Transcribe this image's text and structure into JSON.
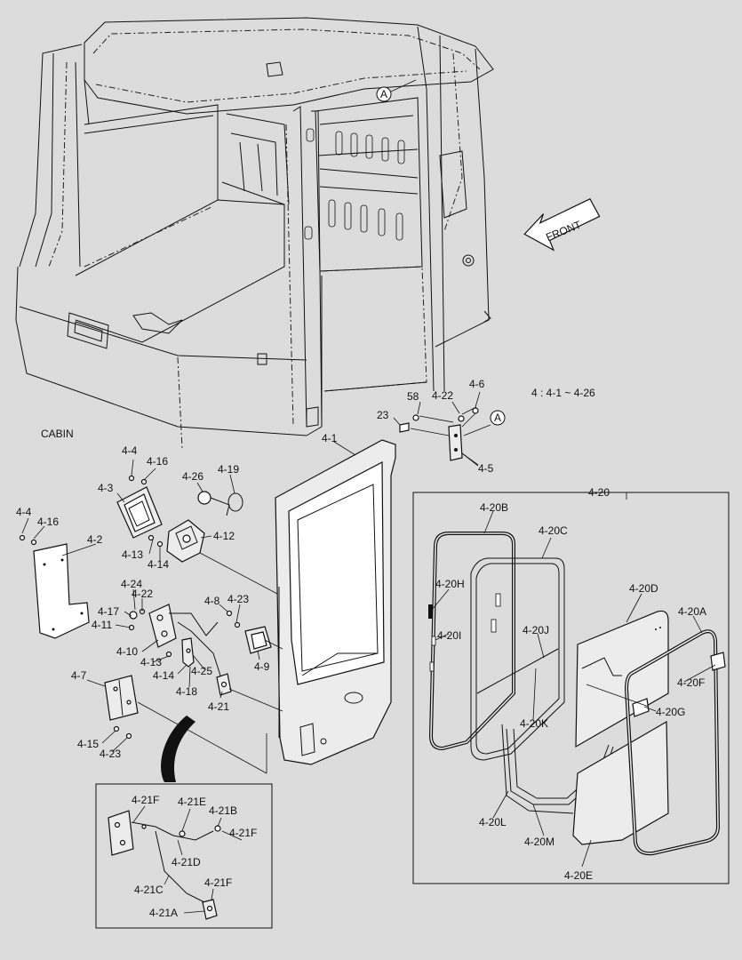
{
  "labels": {
    "cabin": "CABIN",
    "front": "FRONT",
    "range": "4   :  4-1  ~  4-26",
    "ref_a": "A",
    "p4_1": "4-1",
    "p4_2": "4-2",
    "p4_3": "4-3",
    "p4_4a": "4-4",
    "p4_4b": "4-4",
    "p4_5": "4-5",
    "p4_6": "4-6",
    "p4_7": "4-7",
    "p4_8": "4-8",
    "p4_9": "4-9",
    "p4_10": "4-10",
    "p4_11": "4-11",
    "p4_12": "4-12",
    "p4_13a": "4-13",
    "p4_13b": "4-13",
    "p4_14a": "4-14",
    "p4_14b": "4-14",
    "p4_15": "4-15",
    "p4_16a": "4-16",
    "p4_16b": "4-16",
    "p4_17": "4-17",
    "p4_18": "4-18",
    "p4_19": "4-19",
    "p4_20": "4-20",
    "p4_20a": "4-20A",
    "p4_20b": "4-20B",
    "p4_20c": "4-20C",
    "p4_20d": "4-20D",
    "p4_20e": "4-20E",
    "p4_20f": "4-20F",
    "p4_20g": "4-20G",
    "p4_20h": "4-20H",
    "p4_20i": "4-20I",
    "p4_20j": "4-20J",
    "p4_20k": "4-20K",
    "p4_20l": "4-20L",
    "p4_20m": "4-20M",
    "p4_21": "4-21",
    "p4_21a": "4-21A",
    "p4_21b": "4-21B",
    "p4_21c": "4-21C",
    "p4_21d": "4-21D",
    "p4_21e": "4-21E",
    "p4_21f1": "4-21F",
    "p4_21f2": "4-21F",
    "p4_21f3": "4-21F",
    "p4_22a": "4-22",
    "p4_22b": "4-22",
    "p4_23a": "4-23",
    "p4_23b": "4-23",
    "p4_24": "4-24",
    "p4_25": "4-25",
    "p4_26": "4-26",
    "p23": "23",
    "p58": "58"
  }
}
